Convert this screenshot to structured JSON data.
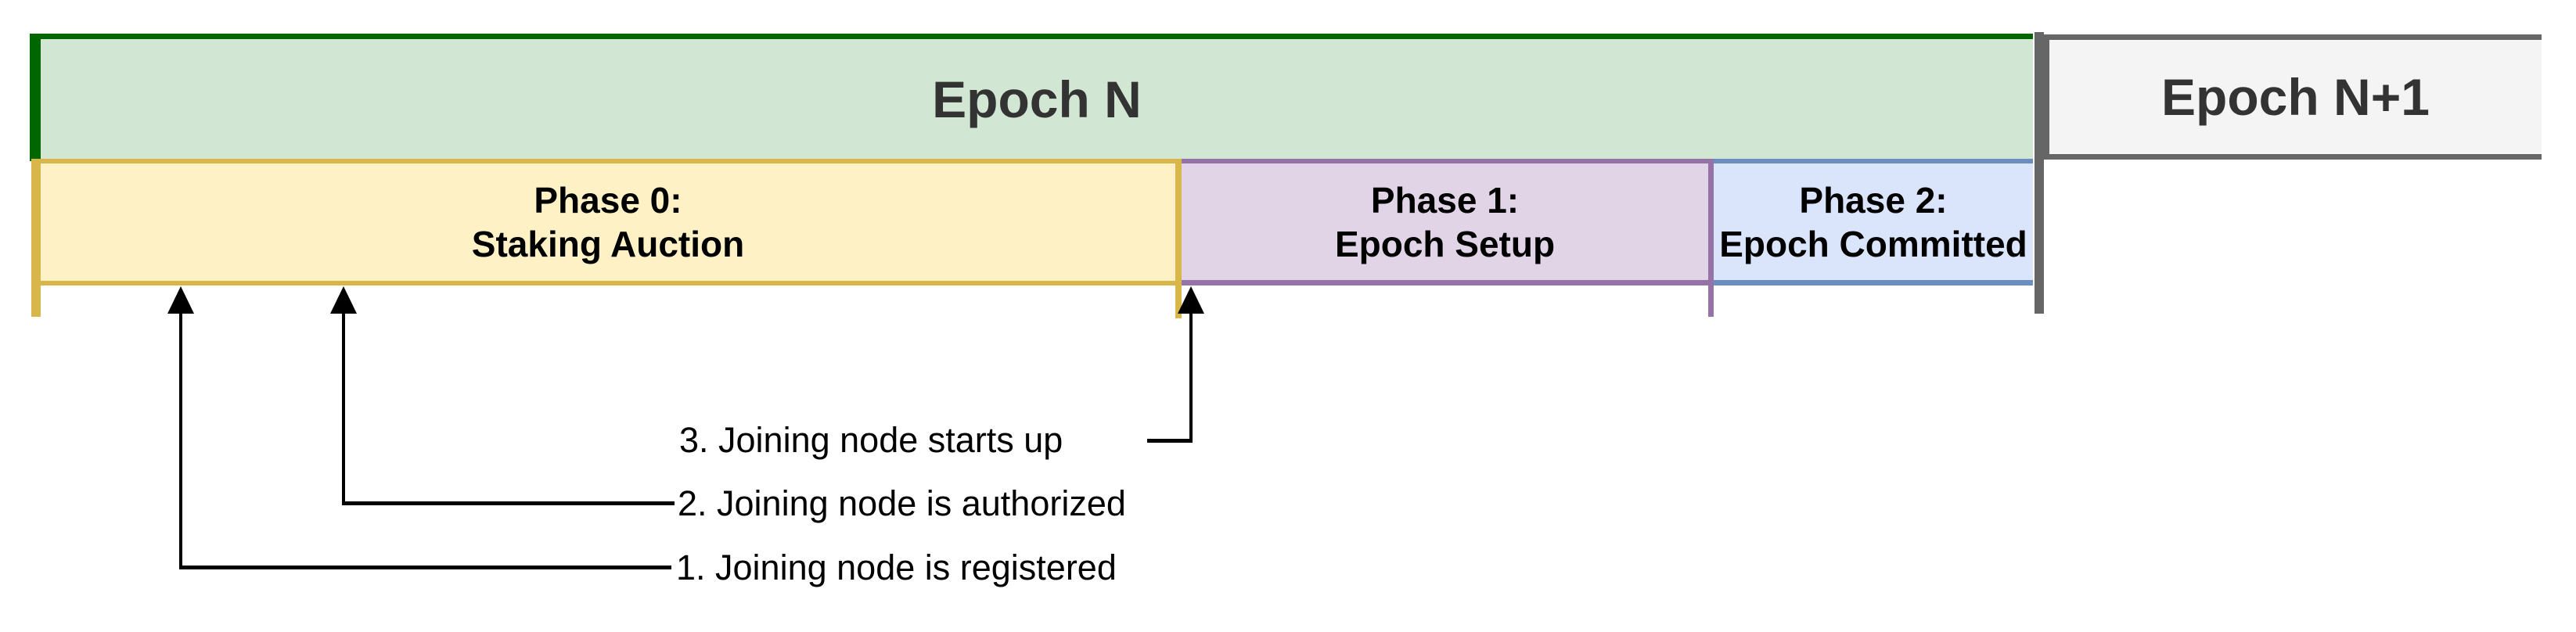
{
  "epochs": [
    {
      "label": "Epoch N"
    },
    {
      "label": "Epoch N+1"
    }
  ],
  "phases": [
    {
      "label": "Phase 0:\nStaking Auction"
    },
    {
      "label": "Phase 1:\nEpoch Setup"
    },
    {
      "label": "Phase 2:\nEpoch Committed"
    }
  ],
  "annotations": [
    {
      "label": "1. Joining node is registered"
    },
    {
      "label": "2. Joining node is authorized"
    },
    {
      "label": "3. Joining node starts up"
    }
  ],
  "colors": {
    "epoch_green_fill": "#d2e7d3",
    "epoch_green_border": "#006600",
    "epoch_next_fill": "#f4f4f4",
    "epoch_next_border": "#666666",
    "divider_gray": "#666666",
    "phase0_fill": "#fdf1c5",
    "phase0_border": "#d9b64a",
    "phase1_fill": "#e1d4e7",
    "phase1_border": "#9673a6",
    "phase2_fill": "#dae5fb",
    "phase2_border": "#6c8ebf",
    "epoch_text": "#333333",
    "phase_text": "#000000",
    "line_black": "#000000"
  }
}
